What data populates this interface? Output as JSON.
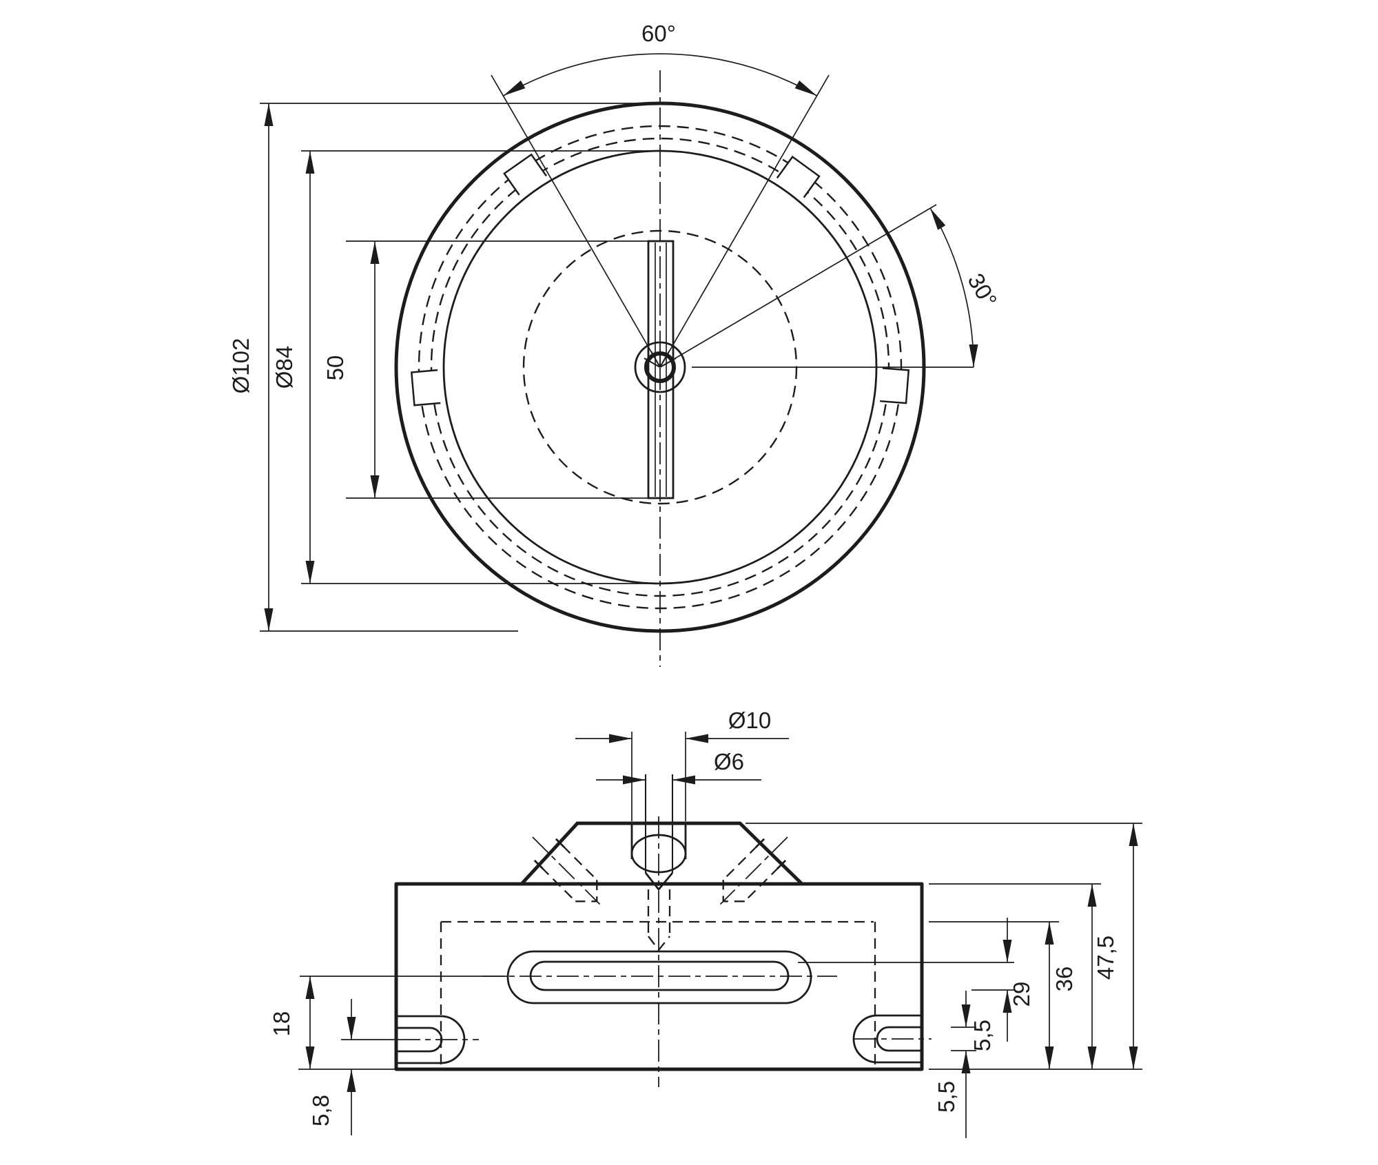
{
  "colors": {
    "line": "#1c1c1c",
    "background": "#ffffff"
  },
  "dims": {
    "outer_diameter": "Ø102",
    "inner_diameter": "Ø84",
    "slot_length": "50",
    "angle_wide": "60°",
    "angle_offset": "30°",
    "counterbore_diameter": "Ø10",
    "hole_diameter": "Ø6",
    "total_height": "47,5",
    "body_height": "36",
    "cavity_height": "29",
    "slot_center_height": "18",
    "slot_width": "5,5",
    "side_slot_width": "5,5",
    "side_slot_center_height": "5,8"
  }
}
